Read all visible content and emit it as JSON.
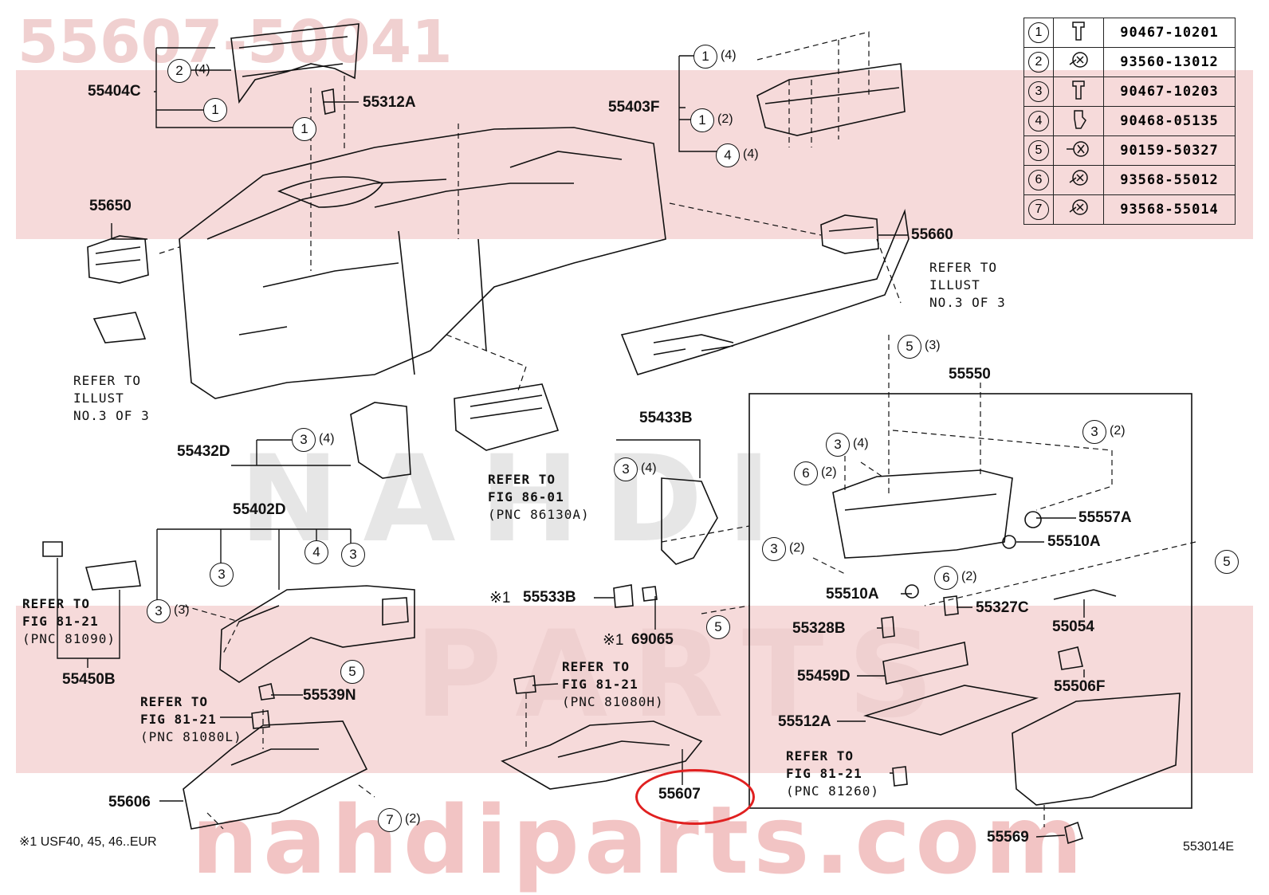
{
  "header_part_number": "55607-50041",
  "watermark": {
    "brand": "NAHDI",
    "brand_parts": "PARTS",
    "site": "nahdiparts.com"
  },
  "figure_code": "553014E",
  "footnote": "※1  USF40, 45, 46..EUR",
  "legend": [
    {
      "n": "1",
      "icon": "clip-icon",
      "code": "90467-10201"
    },
    {
      "n": "2",
      "icon": "screw-icon",
      "code": "93560-13012"
    },
    {
      "n": "3",
      "icon": "clip-icon",
      "code": "90467-10203"
    },
    {
      "n": "4",
      "icon": "clip-icon",
      "code": "90468-05135"
    },
    {
      "n": "5",
      "icon": "bolt-icon",
      "code": "90159-50327"
    },
    {
      "n": "6",
      "icon": "screw-icon",
      "code": "93568-55012"
    },
    {
      "n": "7",
      "icon": "screw-icon",
      "code": "93568-55014"
    }
  ],
  "parts": {
    "p55404C": "55404C",
    "p55312A": "55312A",
    "p55403F": "55403F",
    "p55650": "55650",
    "p55660": "55660",
    "p55550": "55550",
    "p55432D": "55432D",
    "p55433B": "55433B",
    "p55402D": "55402D",
    "p55557A": "55557A",
    "p55510A_1": "55510A",
    "p55510A_2": "55510A",
    "p55533B": "55533B",
    "p69065": "69065",
    "p55327C": "55327C",
    "p55328B": "55328B",
    "p55054": "55054",
    "p55450B": "55450B",
    "p55539N": "55539N",
    "p55459D": "55459D",
    "p55506F": "55506F",
    "p55512A": "55512A",
    "p55606": "55606",
    "p55607": "55607",
    "p55569": "55569",
    "mark1": "※1",
    "mark2": "※1"
  },
  "notes": {
    "illust_right": [
      "REFER  TO",
      "ILLUST",
      "NO.3  OF  3"
    ],
    "illust_left": [
      "REFER  TO",
      "ILLUST",
      "NO.3  OF  3"
    ],
    "fig86": [
      "REFER  TO",
      "FIG  86-01",
      "(PNC  86130A)"
    ],
    "fig81_a": [
      "REFER  TO",
      "FIG  81-21",
      "(PNC  81090)"
    ],
    "fig81_b": [
      "REFER  TO",
      "FIG  81-21",
      "(PNC  81080H)"
    ],
    "fig81_c": [
      "REFER  TO",
      "FIG  81-21",
      "(PNC  81080L)"
    ],
    "fig81_d": [
      "REFER  TO",
      "FIG  81-21",
      "(PNC  81260)"
    ]
  },
  "callouts": [
    {
      "n": "2",
      "q": "(4)"
    },
    {
      "n": "1",
      "q": ""
    },
    {
      "n": "1",
      "q": ""
    },
    {
      "n": "1",
      "q": "(4)"
    },
    {
      "n": "1",
      "q": "(2)"
    },
    {
      "n": "4",
      "q": "(4)"
    },
    {
      "n": "5",
      "q": "(3)"
    },
    {
      "n": "3",
      "q": "(4)"
    },
    {
      "n": "3",
      "q": "(4)"
    },
    {
      "n": "3",
      "q": "(4)"
    },
    {
      "n": "3",
      "q": "(2)"
    },
    {
      "n": "6",
      "q": "(2)"
    },
    {
      "n": "3",
      "q": "(2)"
    },
    {
      "n": "5",
      "q": ""
    },
    {
      "n": "6",
      "q": "(2)"
    },
    {
      "n": "3",
      "q": ""
    },
    {
      "n": "4",
      "q": ""
    },
    {
      "n": "3",
      "q": ""
    },
    {
      "n": "3",
      "q": "(3)"
    },
    {
      "n": "5",
      "q": ""
    },
    {
      "n": "5",
      "q": ""
    },
    {
      "n": "7",
      "q": "(2)"
    }
  ]
}
